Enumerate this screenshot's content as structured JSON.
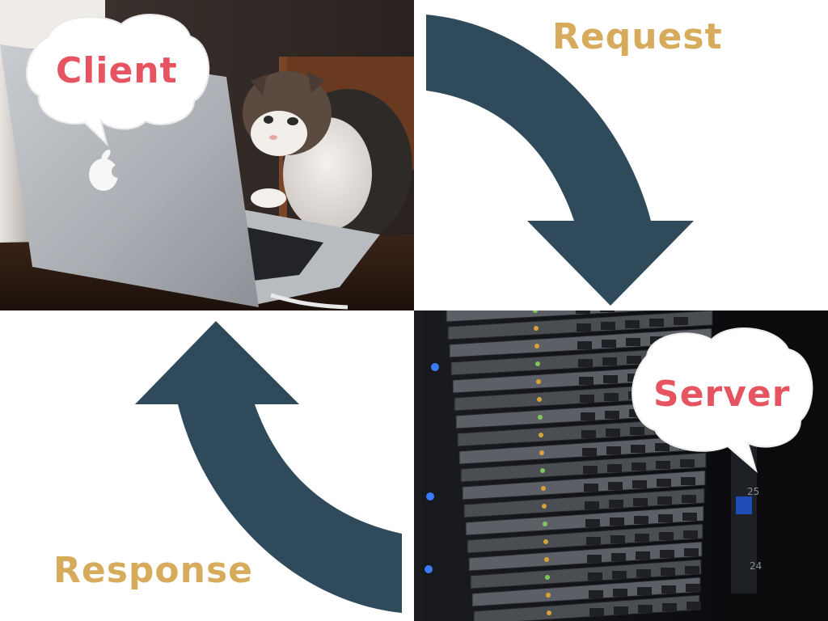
{
  "diagram": {
    "labels": {
      "client": "Client",
      "server": "Server",
      "request": "Request",
      "response": "Response"
    },
    "colors": {
      "arrow": "#2e4a5b",
      "flow_label": "#d6ab5b",
      "bubble_label": "#e55460",
      "bubble_fill": "#ffffff"
    },
    "icons": {
      "client_photo": "cat-at-laptop-photo",
      "server_photo": "server-rack-photo"
    }
  }
}
